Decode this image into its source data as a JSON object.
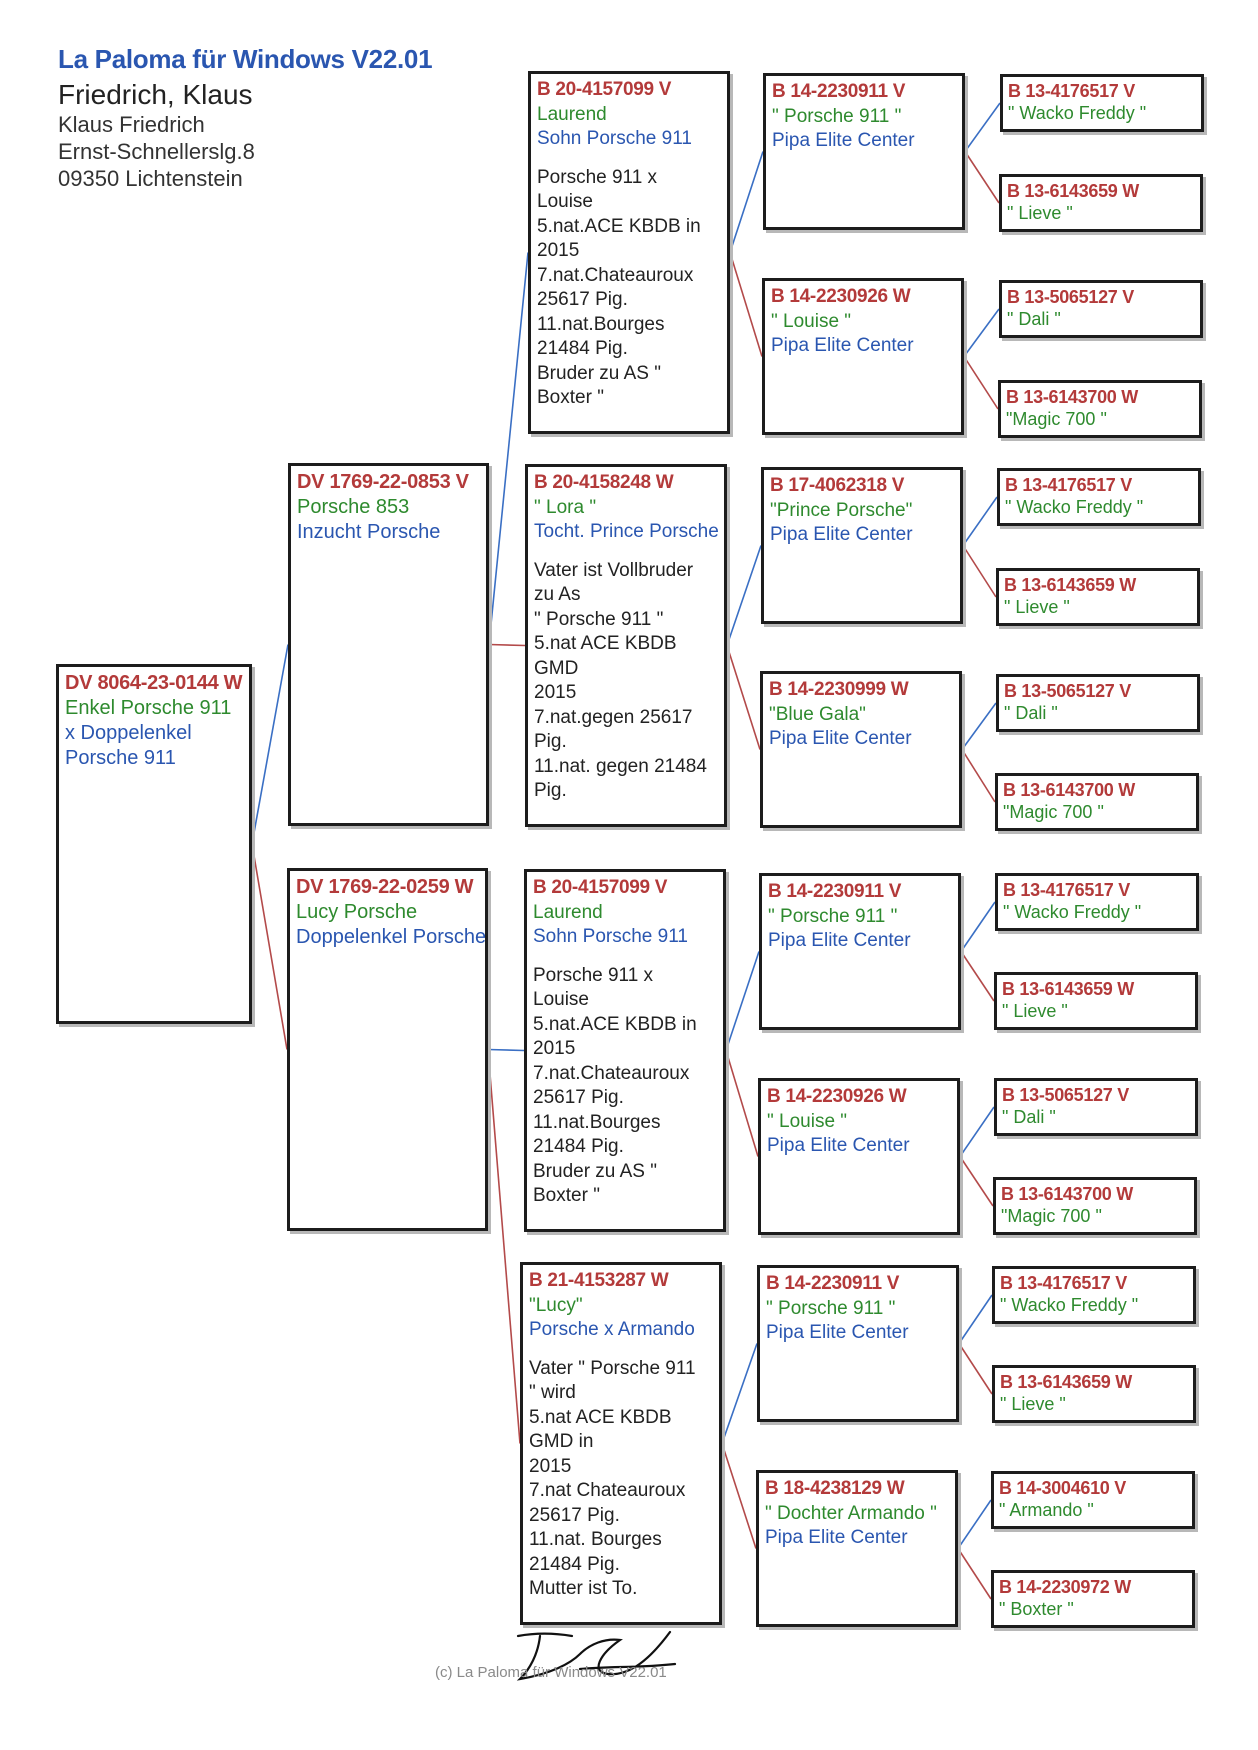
{
  "header": {
    "app_title": "La Paloma für Windows V22.01",
    "breeder_name": "Friedrich, Klaus",
    "address_lines": [
      "Klaus Friedrich",
      "Ernst-Schnellerslg.8",
      "09350 Lichtenstein"
    ]
  },
  "colors": {
    "ring": "#b33a3a",
    "name": "#2e8a2e",
    "description": "#2a56b0",
    "blue_line": "#3a6fc4",
    "red_line": "#b34a4a"
  },
  "pedigree": {
    "subject": {
      "ring": "DV 8064-23-0144 W",
      "name": "Enkel Porsche 911",
      "description": "x Doppelenkel",
      "description2": "Porsche 911"
    },
    "sire": {
      "ring": "DV 1769-22-0853 V",
      "name": "Porsche 853",
      "description": "Inzucht Porsche"
    },
    "dam": {
      "ring": "DV 1769-22-0259 W",
      "name": "Lucy Porsche",
      "description": "Doppelenkel Porsche"
    },
    "gen2": [
      {
        "ring": "B  20-4157099 V",
        "name": "Laurend",
        "description": "Sohn Porsche 911",
        "notes": " Porsche 911 x\nLouise\n5.nat.ACE KBDB in\n2015\n7.nat.Chateauroux\n25617 Pig.\n11.nat.Bourges\n21484 Pig.\nBruder zu AS \"\nBoxter \""
      },
      {
        "ring": "B  20-4158248 W",
        "name": "\" Lora \"",
        "description": "Tocht. Prince Porsche",
        "notes": " Vater ist Vollbruder\nzu As\n\" Porsche 911 \"\n5.nat ACE KBDB\nGMD\n2015\n7.nat.gegen 25617\nPig.\n11.nat. gegen 21484\nPig."
      },
      {
        "ring": "B  20-4157099 V",
        "name": "Laurend",
        "description": "Sohn Porsche 911",
        "notes": " Porsche 911 x\nLouise\n5.nat.ACE KBDB in\n2015\n7.nat.Chateauroux\n25617 Pig.\n11.nat.Bourges\n21484 Pig.\nBruder zu AS \"\nBoxter \""
      },
      {
        "ring": "B  21-4153287 W",
        "name": "\"Lucy\"",
        "description": "Porsche x Armando",
        "notes": " Vater \" Porsche 911\n\" wird\n5.nat ACE KBDB\nGMD in\n2015\n7.nat Chateauroux\n25617 Pig.\n11.nat. Bourges\n21484 Pig.\nMutter ist To."
      }
    ],
    "gen3": [
      {
        "ring": "B  14-2230911 V",
        "name": "\" Porsche 911 \"",
        "description": "Pipa Elite Center"
      },
      {
        "ring": "B  14-2230926 W",
        "name": "\" Louise \"",
        "description": "Pipa Elite Center"
      },
      {
        "ring": "B  17-4062318 V",
        "name": "\"Prince Porsche\"",
        "description": "Pipa Elite Center"
      },
      {
        "ring": "B  14-2230999 W",
        "name": "\"Blue Gala\"",
        "description": "Pipa Elite Center"
      },
      {
        "ring": "B  14-2230911 V",
        "name": "\" Porsche 911 \"",
        "description": "Pipa Elite Center"
      },
      {
        "ring": "B  14-2230926 W",
        "name": "\" Louise \"",
        "description": "Pipa Elite Center"
      },
      {
        "ring": "B  14-2230911 V",
        "name": "\" Porsche 911 \"",
        "description": "Pipa Elite Center"
      },
      {
        "ring": "B  18-4238129 W",
        "name": "\" Dochter Armando \"",
        "description": "Pipa Elite Center"
      }
    ],
    "gen4": [
      {
        "ring": "B  13-4176517 V",
        "name": "\" Wacko Freddy \""
      },
      {
        "ring": "B  13-6143659 W",
        "name": "\" Lieve \""
      },
      {
        "ring": "B  13-5065127 V",
        "name": "\" Dali \""
      },
      {
        "ring": "B  13-6143700 W",
        "name": "\"Magic 700 \""
      },
      {
        "ring": "B  13-4176517 V",
        "name": "\" Wacko Freddy \""
      },
      {
        "ring": "B  13-6143659 W",
        "name": "\" Lieve \""
      },
      {
        "ring": "B  13-5065127 V",
        "name": "\" Dali \""
      },
      {
        "ring": "B  13-6143700 W",
        "name": "\"Magic 700 \""
      },
      {
        "ring": "B  13-4176517 V",
        "name": "\" Wacko Freddy \""
      },
      {
        "ring": "B  13-6143659 W",
        "name": "\" Lieve \""
      },
      {
        "ring": "B  13-5065127 V",
        "name": "\" Dali \""
      },
      {
        "ring": "B  13-6143700 W",
        "name": "\"Magic 700 \""
      },
      {
        "ring": "B  13-4176517 V",
        "name": "\" Wacko Freddy \""
      },
      {
        "ring": "B  13-6143659 W",
        "name": "\" Lieve \""
      },
      {
        "ring": "B  14-3004610 V",
        "name": "\" Armando \""
      },
      {
        "ring": "B  14-2230972 W",
        "name": "\" Boxter \""
      }
    ]
  },
  "footer": {
    "copyright": "(c) La Paloma für Windows V22.01"
  }
}
